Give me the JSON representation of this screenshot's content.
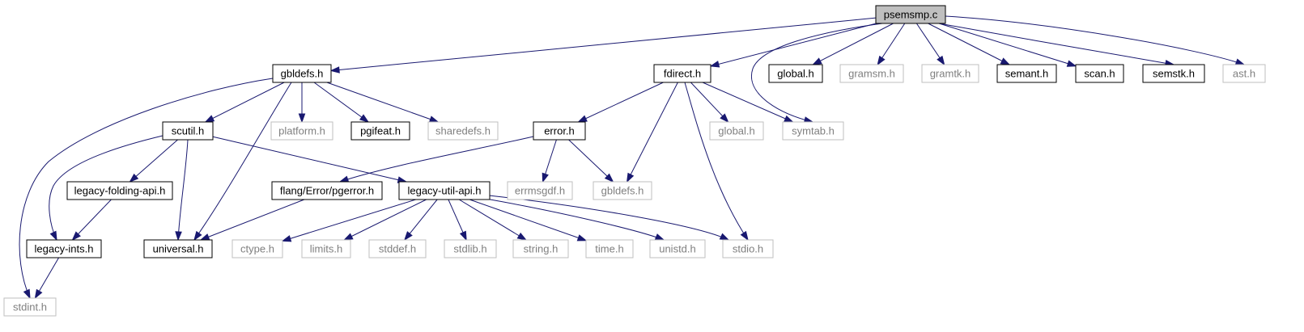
{
  "diagram": {
    "type": "include-dependency-graph",
    "colors": {
      "root_fill": "#bfbfbf",
      "documented_border": "#000000",
      "undocumented_border": "#bfbfbf",
      "documented_text": "#000000",
      "undocumented_text": "#7f7f7f",
      "edge": "#191970"
    },
    "nodes": [
      {
        "id": "psemsmp_c",
        "label": "psemsmp.c",
        "kind": "root"
      },
      {
        "id": "gbldefs_h",
        "label": "gbldefs.h",
        "kind": "documented"
      },
      {
        "id": "fdirect_h",
        "label": "fdirect.h",
        "kind": "documented"
      },
      {
        "id": "global_h_top",
        "label": "global.h",
        "kind": "documented"
      },
      {
        "id": "gramsm_h",
        "label": "gramsm.h",
        "kind": "undocumented"
      },
      {
        "id": "gramtk_h",
        "label": "gramtk.h",
        "kind": "undocumented"
      },
      {
        "id": "semant_h",
        "label": "semant.h",
        "kind": "documented"
      },
      {
        "id": "scan_h",
        "label": "scan.h",
        "kind": "documented"
      },
      {
        "id": "semstk_h",
        "label": "semstk.h",
        "kind": "documented"
      },
      {
        "id": "ast_h",
        "label": "ast.h",
        "kind": "undocumented"
      },
      {
        "id": "scutil_h",
        "label": "scutil.h",
        "kind": "documented"
      },
      {
        "id": "platform_h",
        "label": "platform.h",
        "kind": "undocumented"
      },
      {
        "id": "pgifeat_h",
        "label": "pgifeat.h",
        "kind": "documented"
      },
      {
        "id": "sharedefs_h",
        "label": "sharedefs.h",
        "kind": "undocumented"
      },
      {
        "id": "error_h",
        "label": "error.h",
        "kind": "documented"
      },
      {
        "id": "global_h_mid",
        "label": "global.h",
        "kind": "undocumented"
      },
      {
        "id": "symtab_h",
        "label": "symtab.h",
        "kind": "undocumented"
      },
      {
        "id": "legacy_folding_api_h",
        "label": "legacy-folding-api.h",
        "kind": "documented"
      },
      {
        "id": "flang_error_pgerror_h",
        "label": "flang/Error/pgerror.h",
        "kind": "documented"
      },
      {
        "id": "legacy_util_api_h",
        "label": "legacy-util-api.h",
        "kind": "documented"
      },
      {
        "id": "errmsgdf_h",
        "label": "errmsgdf.h",
        "kind": "undocumented"
      },
      {
        "id": "gbldefs_h_2",
        "label": "gbldefs.h",
        "kind": "undocumented"
      },
      {
        "id": "legacy_ints_h",
        "label": "legacy-ints.h",
        "kind": "documented"
      },
      {
        "id": "universal_h",
        "label": "universal.h",
        "kind": "documented"
      },
      {
        "id": "ctype_h",
        "label": "ctype.h",
        "kind": "undocumented"
      },
      {
        "id": "limits_h",
        "label": "limits.h",
        "kind": "undocumented"
      },
      {
        "id": "stddef_h",
        "label": "stddef.h",
        "kind": "undocumented"
      },
      {
        "id": "stdlib_h",
        "label": "stdlib.h",
        "kind": "undocumented"
      },
      {
        "id": "string_h",
        "label": "string.h",
        "kind": "undocumented"
      },
      {
        "id": "time_h",
        "label": "time.h",
        "kind": "undocumented"
      },
      {
        "id": "unistd_h",
        "label": "unistd.h",
        "kind": "undocumented"
      },
      {
        "id": "stdio_h",
        "label": "stdio.h",
        "kind": "undocumented"
      },
      {
        "id": "stdint_h",
        "label": "stdint.h",
        "kind": "undocumented"
      }
    ],
    "edges": [
      {
        "from": "psemsmp_c",
        "to": "gbldefs_h"
      },
      {
        "from": "psemsmp_c",
        "to": "fdirect_h"
      },
      {
        "from": "psemsmp_c",
        "to": "global_h_top"
      },
      {
        "from": "psemsmp_c",
        "to": "gramsm_h"
      },
      {
        "from": "psemsmp_c",
        "to": "gramtk_h"
      },
      {
        "from": "psemsmp_c",
        "to": "semant_h"
      },
      {
        "from": "psemsmp_c",
        "to": "scan_h"
      },
      {
        "from": "psemsmp_c",
        "to": "semstk_h"
      },
      {
        "from": "psemsmp_c",
        "to": "ast_h"
      },
      {
        "from": "psemsmp_c",
        "to": "symtab_h"
      },
      {
        "from": "gbldefs_h",
        "to": "scutil_h"
      },
      {
        "from": "gbldefs_h",
        "to": "platform_h"
      },
      {
        "from": "gbldefs_h",
        "to": "pgifeat_h"
      },
      {
        "from": "gbldefs_h",
        "to": "sharedefs_h"
      },
      {
        "from": "gbldefs_h",
        "to": "universal_h"
      },
      {
        "from": "gbldefs_h",
        "to": "stdint_h"
      },
      {
        "from": "fdirect_h",
        "to": "error_h"
      },
      {
        "from": "fdirect_h",
        "to": "global_h_mid"
      },
      {
        "from": "fdirect_h",
        "to": "symtab_h"
      },
      {
        "from": "fdirect_h",
        "to": "gbldefs_h_2"
      },
      {
        "from": "fdirect_h",
        "to": "stdio_h"
      },
      {
        "from": "scutil_h",
        "to": "legacy_folding_api_h"
      },
      {
        "from": "scutil_h",
        "to": "legacy_util_api_h"
      },
      {
        "from": "scutil_h",
        "to": "legacy_ints_h"
      },
      {
        "from": "scutil_h",
        "to": "universal_h"
      },
      {
        "from": "error_h",
        "to": "flang_error_pgerror_h"
      },
      {
        "from": "error_h",
        "to": "errmsgdf_h"
      },
      {
        "from": "error_h",
        "to": "gbldefs_h_2"
      },
      {
        "from": "legacy_folding_api_h",
        "to": "legacy_ints_h"
      },
      {
        "from": "flang_error_pgerror_h",
        "to": "universal_h"
      },
      {
        "from": "legacy_util_api_h",
        "to": "ctype_h"
      },
      {
        "from": "legacy_util_api_h",
        "to": "limits_h"
      },
      {
        "from": "legacy_util_api_h",
        "to": "stddef_h"
      },
      {
        "from": "legacy_util_api_h",
        "to": "stdlib_h"
      },
      {
        "from": "legacy_util_api_h",
        "to": "string_h"
      },
      {
        "from": "legacy_util_api_h",
        "to": "time_h"
      },
      {
        "from": "legacy_util_api_h",
        "to": "unistd_h"
      },
      {
        "from": "legacy_util_api_h",
        "to": "stdio_h"
      },
      {
        "from": "legacy_ints_h",
        "to": "stdint_h"
      }
    ]
  }
}
